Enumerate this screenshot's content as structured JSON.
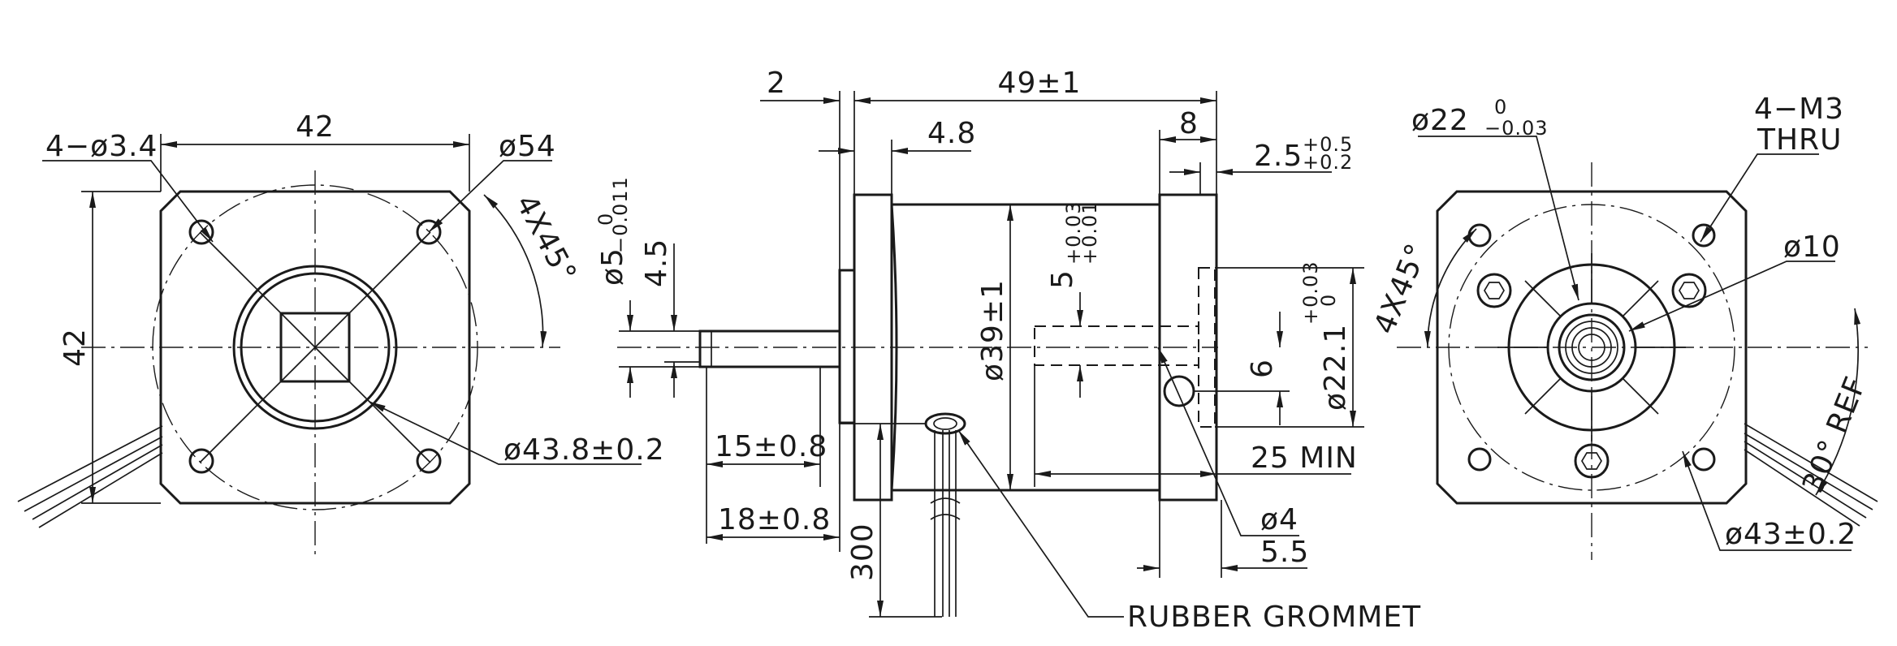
{
  "drawing": {
    "front_view": {
      "width_dim": "42",
      "height_dim": "42",
      "hole_dim": "4−ø3.4",
      "outer_circle_dim": "ø54",
      "angle_dim": "4X45°",
      "boss_dim": "ø43.8±0.2"
    },
    "side_view": {
      "flange_gap_dim": "2",
      "overall_length_dim": "49±1",
      "flange_thickness_dim": "4.8",
      "rear_cap_dim": "8",
      "rear_step_dim": "2.5",
      "rear_step_tol_upper": "+0.5",
      "rear_step_tol_lower": "+0.2",
      "shaft_dia_dim": "ø5",
      "shaft_dia_tol_upper": "0",
      "shaft_dia_tol_lower": "−0.011",
      "shaft_flat_dim": "4.5",
      "bore_dim": "5",
      "bore_tol_upper": "+0.03",
      "bore_tol_lower": "+0.01",
      "body_dia_dim": "ø39±1",
      "rear_bore_dim": "ø22.1",
      "rear_bore_tol_upper": "+0.03",
      "rear_bore_tol_lower": "0",
      "slot_dim": "6",
      "shaft_length_dim": "15±0.8",
      "shaft_total_dim": "18±0.8",
      "depth_dim": "25 MIN",
      "pin_hole_dim": "ø4",
      "pin_offset_dim": "5.5",
      "lead_length_dim": "300",
      "grommet_label": "RUBBER GROMMET"
    },
    "rear_view": {
      "boss_dim": "ø22",
      "boss_tol_upper": "0",
      "boss_tol_lower": "−0.03",
      "thread_dim": "4−M3",
      "thread_note": "THRU",
      "angle_dim": "4X45°",
      "hub_dim": "ø10",
      "lead_angle_dim": "30° REF",
      "pcd_dim": "ø43±0.2"
    }
  }
}
